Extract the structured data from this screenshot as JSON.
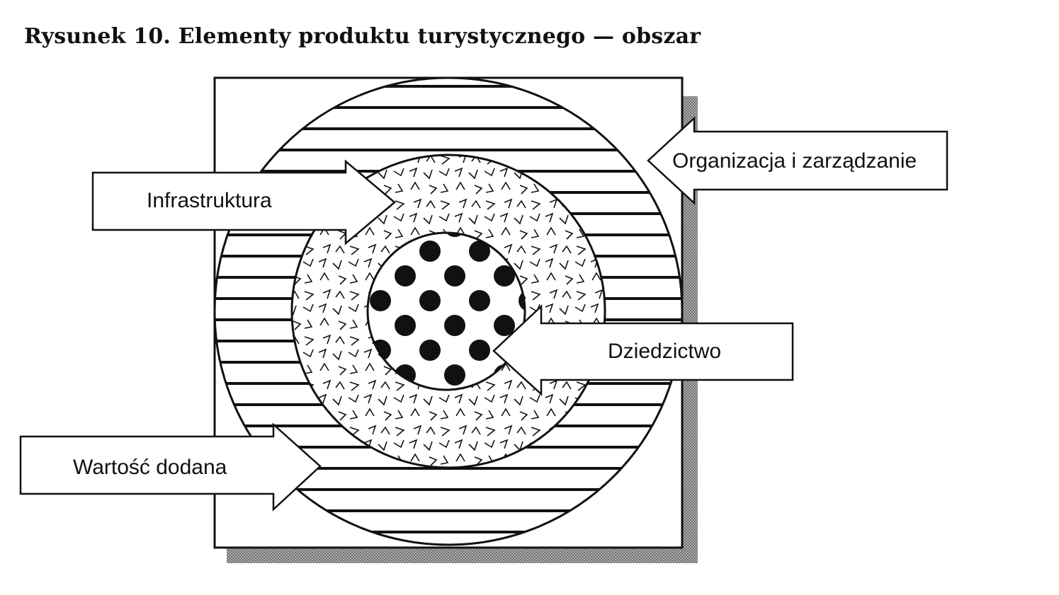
{
  "figure": {
    "title": "Rysunek 10. Elementy produktu turystycznego — obszar"
  },
  "arrows": {
    "infrastructure": "Infrastruktura",
    "organization": "Organizacja i zarządzanie",
    "heritage": "Dziedzictwo",
    "added_value": "Wartość dodana"
  },
  "colors": {
    "ink": "#111111",
    "shadow": "#9a9a9a",
    "background": "#ffffff"
  }
}
